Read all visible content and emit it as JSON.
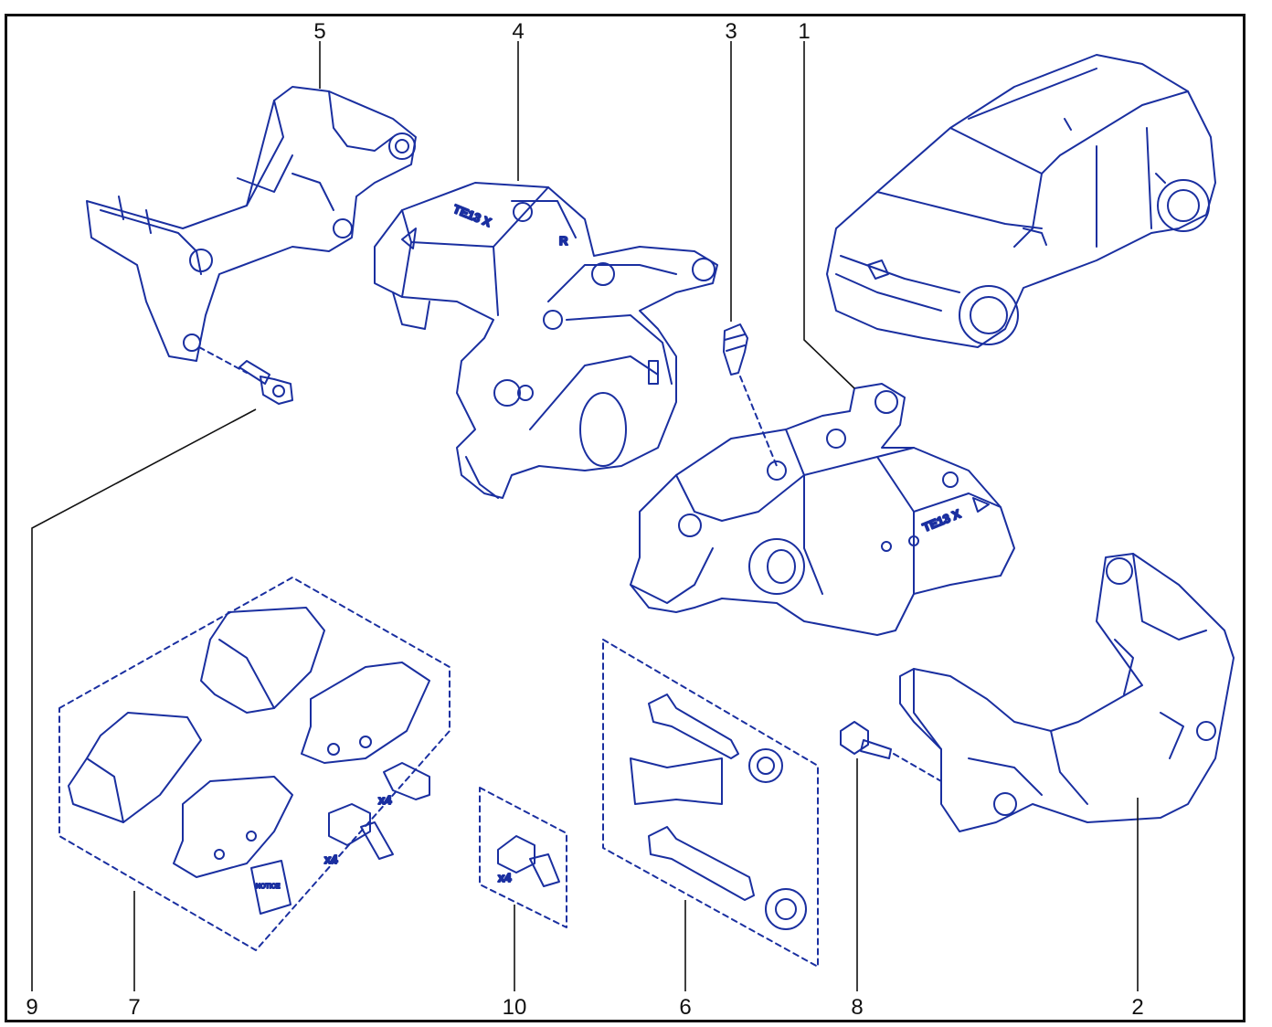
{
  "callouts": {
    "c1": "1",
    "c2": "2",
    "c3": "3",
    "c4": "4",
    "c5": "5",
    "c6": "6",
    "c7": "7",
    "c8": "8",
    "c9": "9",
    "c10": "10"
  },
  "quantities": {
    "pad_bolts": "x4",
    "pad_clips": "x4",
    "clip_kit": "x4"
  },
  "markings": {
    "caliper_right_code": "TE13 X",
    "caliper_left_code": "TE13 X",
    "caliper_left_side": "R",
    "notice": "NOTICE"
  },
  "colors": {
    "line_art": "#1a2fa0",
    "frame": "#111111",
    "leader": "#111111"
  }
}
